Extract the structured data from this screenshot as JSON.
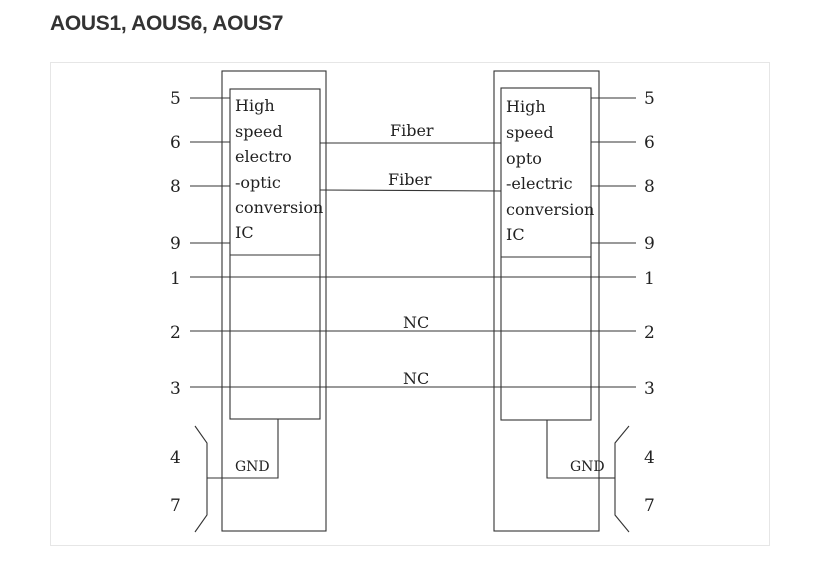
{
  "title": "AOUS1, AOUS6, AOUS7",
  "left_block": {
    "ic_lines": [
      "High",
      "speed",
      "electro",
      "-optic",
      "conversion",
      "IC"
    ],
    "gnd": "GND"
  },
  "right_block": {
    "ic_lines": [
      "High",
      "speed",
      "opto",
      "-electric",
      "conversion",
      "IC"
    ],
    "gnd": "GND"
  },
  "pins_left": [
    "5",
    "6",
    "8",
    "9",
    "1",
    "2",
    "3",
    "4",
    "7"
  ],
  "pins_right": [
    "5",
    "6",
    "8",
    "9",
    "1",
    "2",
    "3",
    "4",
    "7"
  ],
  "links": {
    "fiber_1": "Fiber",
    "fiber_2": "Fiber",
    "nc_1": "NC",
    "nc_2": "NC"
  }
}
